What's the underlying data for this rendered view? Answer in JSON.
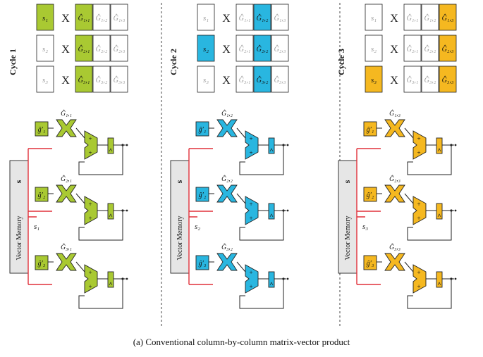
{
  "caption": "(a) Conventional column-by-column matrix-vector product",
  "multiply_symbol": "X",
  "colors": {
    "cycle1": "#a9c932",
    "cycle2": "#29b6e0",
    "cycle3": "#f5b820",
    "wire_red": "#e0303a",
    "stroke": "#222222",
    "muted_text": "#9a9a9a"
  },
  "memory_label": "Vector Memory",
  "memory_symbol": "s",
  "vector": [
    "s1",
    "s2",
    "s3"
  ],
  "vector_labels": [
    "s₁",
    "s₂",
    "s₃"
  ],
  "matrix_labels": [
    [
      "Ĝ₁,₁",
      "Ĝ₁,₂",
      "Ĝ₁,₃"
    ],
    [
      "Ĝ₂,₁",
      "Ĝ₂,₂",
      "Ĝ₂,₃"
    ],
    [
      "Ĝ₃,₁",
      "Ĝ₃,₂",
      "Ĝ₃,₃"
    ]
  ],
  "weight_labels": [
    "ĝ′₁",
    "ĝ′₂",
    "ĝ′₃"
  ],
  "adder_signs": [
    "+",
    "+"
  ],
  "panels": [
    {
      "cycle_label": "Cycle 1",
      "color_key": "cycle1",
      "active_column": 0,
      "active_row": 0,
      "bus_label": "s₁",
      "multiplier_labels": [
        "Ĝ₁,₁",
        "Ĝ₂,₁",
        "Ĝ₃,₁"
      ]
    },
    {
      "cycle_label": "Cycle 2",
      "color_key": "cycle2",
      "active_column": 1,
      "active_row": 1,
      "bus_label": "s₂",
      "multiplier_labels": [
        "Ĝ₁,₂",
        "Ĝ₂,₂",
        "Ĝ₃,₂"
      ]
    },
    {
      "cycle_label": "Cycle 3",
      "color_key": "cycle3",
      "active_column": 2,
      "active_row": 2,
      "bus_label": "s₃",
      "multiplier_labels": [
        "Ĝ₁,₃",
        "Ĝ₂,₃",
        "Ĝ₃,₃"
      ]
    }
  ]
}
